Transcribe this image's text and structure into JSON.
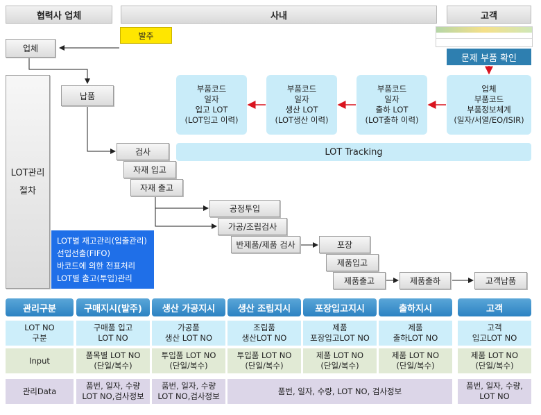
{
  "headers": {
    "partner": "협력사 업체",
    "internal": "사내",
    "customer": "고객"
  },
  "flow": {
    "order": "발주",
    "vendor": "업체",
    "delivery": "납품",
    "lot_mgmt": "LOT관리\n\n절차",
    "inspect": "검사",
    "mat_in": "자재 입고",
    "mat_out": "자재 출고",
    "process_in": "공정투입",
    "process_check": "가공/조립검사",
    "semi_check": "반제품/제품 검사",
    "pack": "포장",
    "prod_in": "제품입고",
    "prod_out": "제품출고",
    "ship": "제품출하",
    "cust_deliver": "고객납품",
    "problem": "문제 부품 확인"
  },
  "tracking": {
    "box1": "부품코드\n일자\n입고 LOT\n(LOT입고 이력)",
    "box2": "부품코드\n일자\n생산 LOT\n(LOT생산 이력)",
    "box3": "부품코드\n일자\n출하 LOT\n(LOT출하 이력)",
    "box4": "업체\n부품코드\n부품정보체계\n(일자/서열/EO/ISIR)",
    "label": "LOT Tracking"
  },
  "notes": [
    "LOT별 재고관리(입출관리)",
    "선입선출(FIFO)",
    "바코드에 의한 전표처리",
    "LOT별 출고(투입)관리"
  ],
  "table": {
    "headers": [
      "관리구분",
      "구매지시(발주)",
      "생산 가공지시",
      "생산 조립지시",
      "포장입고지시",
      "출하지시",
      "고객"
    ],
    "lot_row": [
      "LOT NO\n구분",
      "구매품 입고\nLOT NO",
      "가공품\n생산 LOT NO",
      "조립품\n생산LOT NO",
      "제품\n포장입고LOT NO",
      "제품\n출하LOT NO",
      "고객\n입고LOT NO"
    ],
    "input_row": [
      "Input",
      "품목별 LOT NO\n(단일/복수)",
      "투입품 LOT NO\n(단일/복수)",
      "투입품 LOT NO\n(단일/복수)",
      "제품 LOT NO\n(단일/복수)",
      "제품 LOT NO\n(단일/복수)",
      "제품 LOT NO\n(단일/복수)"
    ],
    "data_row": [
      "관리Data",
      "품번, 일자, 수량\nLOT NO,검사정보",
      "품번, 일자, 수량\nLOT NO,검사정보",
      "품번, 일자, 수량, LOT NO, 검사정보",
      "품번, 일자, 수량,\nLOT NO"
    ]
  },
  "colors": {
    "arrow_red": "#d9141f",
    "yellow": "#ffe600",
    "blue": "#1f6fe8",
    "cyan": "#c9ecf9",
    "header_blue": "#2c82c2"
  }
}
